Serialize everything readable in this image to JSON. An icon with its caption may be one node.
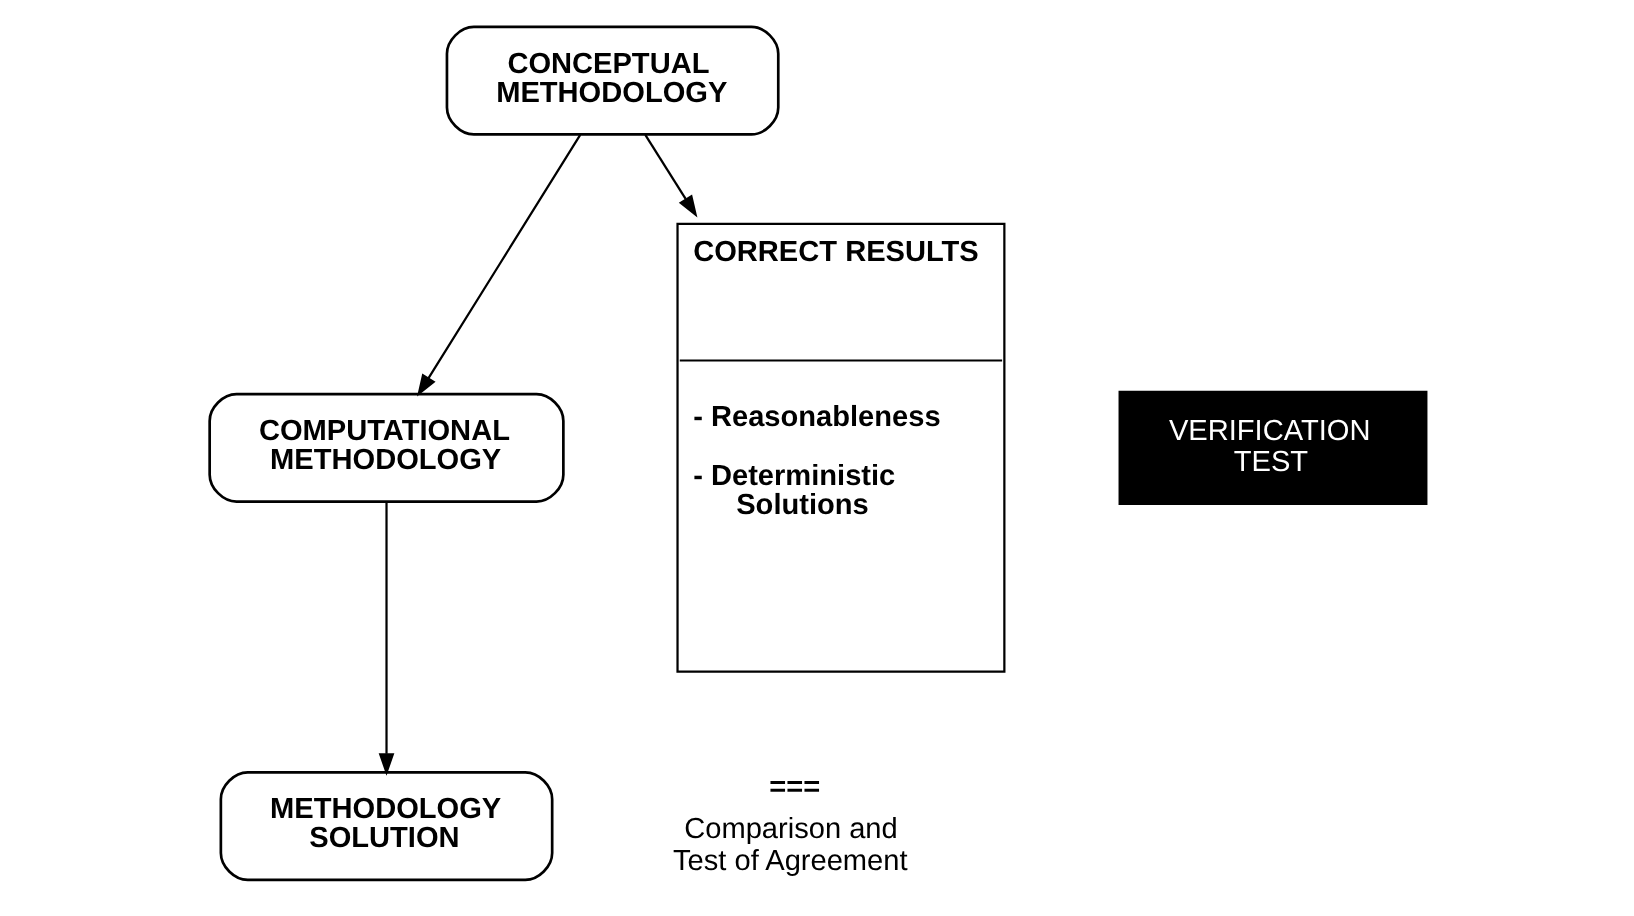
{
  "diagram": {
    "nodes": [
      {
        "text": [
          "CONCEPTUAL METHODOLOGY"
        ]
      },
      {
        "text": [
          "COMPUTATIONAL METHODOLOGY"
        ]
      },
      {
        "text": [
          "CORRECT RESULTS",
          "- Reasonableness",
          "- Deterministic Solutions"
        ]
      },
      {
        "text": [
          "VERIFICATION TEST"
        ]
      },
      {
        "text": [
          "METHODOLOGY SOLUTION"
        ]
      }
    ],
    "edges": [
      {
        "from": 0,
        "to": 1,
        "arrow": "to"
      },
      {
        "from": 0,
        "to": 2,
        "arrow": "to"
      },
      {
        "from": 1,
        "to": 4,
        "arrow": "to"
      }
    ],
    "labels": [
      "===",
      "Comparison and Test of Agreement"
    ]
  }
}
